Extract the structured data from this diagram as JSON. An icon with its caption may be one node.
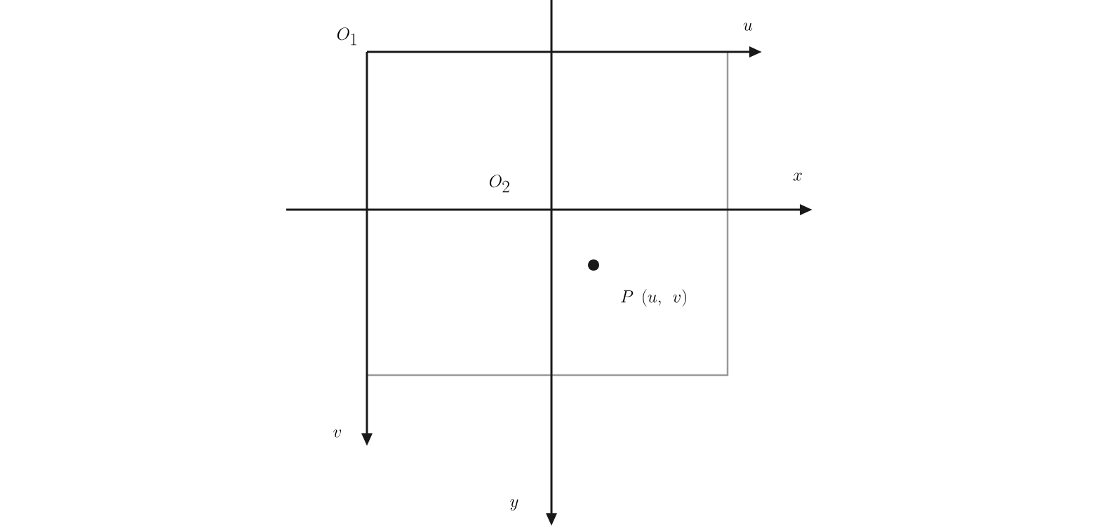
{
  "diagram": {
    "labels": [
      "u",
      "O_1",
      "x",
      "O_2",
      "P\\ (u,\\ v)",
      "v",
      "y"
    ]
  }
}
